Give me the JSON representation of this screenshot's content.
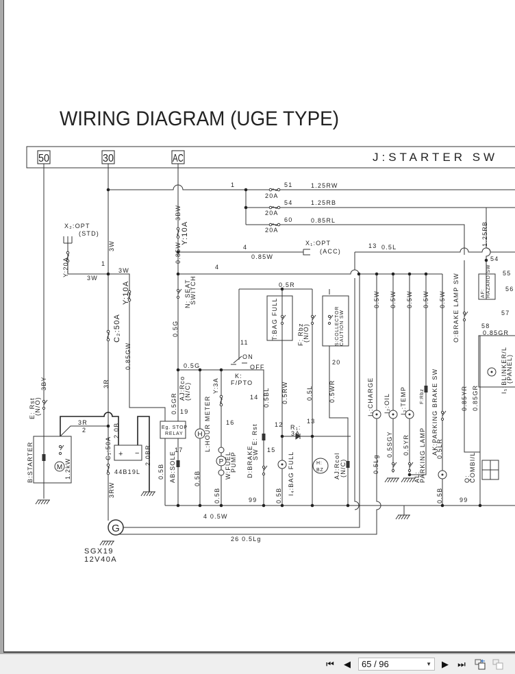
{
  "document": {
    "title": "WIRING DIAGRAM (UGE TYPE)",
    "header": {
      "terminals": [
        "50",
        "30",
        "AC"
      ],
      "switch_label": "J:STARTER SW"
    },
    "components": [
      "X₂:OPT",
      "(STD)",
      "Y:20A",
      "Y:10A",
      "C₂:50A",
      "Y:10A",
      "N: SEAT",
      "SWITCH",
      "X₁:OPT",
      "(ACC)",
      "E: Rst",
      "(N/O)",
      "B:STARTER",
      "1.2kW",
      "C₁:50A",
      "44B19L",
      "Eg. STOP",
      "RELAY",
      "AB:SOLE",
      "AJ:Rco",
      "(N/C)",
      "L:HOUR METER",
      "Y:3A",
      "W:FUEL",
      "PUMP",
      "K:",
      "F/PTO",
      "ON",
      "OFF",
      "D:BRAKE",
      "SW",
      "E: Rst",
      "T:BAG FULL",
      "F: Rbz",
      "(N/O)",
      "S:COLLECTOR",
      "CAUTION SW",
      "R₁:",
      "3A",
      "I₄:BAG FULL",
      "H:",
      "BZ",
      "AJ:Rcol",
      "(N/C)",
      "I₁:CHARGE",
      "I₂:OIL",
      "I₃:TEMP",
      "F:Rbz",
      "AK:PARKING BRAKE SW",
      "AL:",
      "PARKING LAMP",
      "O:BRAKE LAMP SW",
      "AF:",
      "HAZARD SW",
      "I₅:BLINKER/L",
      "(PANEL)",
      "Q:",
      "COMBI/L",
      "20A",
      "20A",
      "20A",
      "SGX19",
      "12V40A",
      "G"
    ],
    "wires": [
      "1",
      "51",
      "1.25RW",
      "54",
      "1.25RB",
      "60",
      "0.85RL",
      "4",
      "0.85W",
      "4",
      "13",
      "0.5L",
      "3W",
      "3W",
      "1",
      "0.5R",
      "11",
      "0.5G",
      "20",
      "3R",
      "2",
      "4  0.5W",
      "26  0.5Lg",
      "99",
      "99",
      "54",
      "3BW",
      "0.85W",
      "0.5G",
      "3W",
      "3R",
      "0.85GW",
      "3RW",
      "1.25RB",
      "0.5W",
      "0.5W",
      "0.5W",
      "0.5W",
      "0.5W",
      "0.5RW",
      "0.5L",
      "0.5WR",
      "0.5BL",
      "0.5Lg",
      "3BY",
      "2.0BR",
      "2.0B",
      "0.5GR",
      "0.5B",
      "0.5B",
      "0.5B",
      "0.5B",
      "0.85YR",
      "0.85GR",
      "55",
      "56",
      "57",
      "58",
      "0.85GR",
      "0.5SGY",
      "0.5YR",
      "0.5LR",
      "0.5B",
      "16",
      "19",
      "17",
      "12",
      "13",
      "14",
      "15"
    ]
  },
  "viewer": {
    "page_display": "65 / 96",
    "current_page": 65,
    "total_pages": 96,
    "buttons": {
      "first": "⏮",
      "prev": "◀",
      "next": "▶",
      "last": "⏭"
    }
  }
}
